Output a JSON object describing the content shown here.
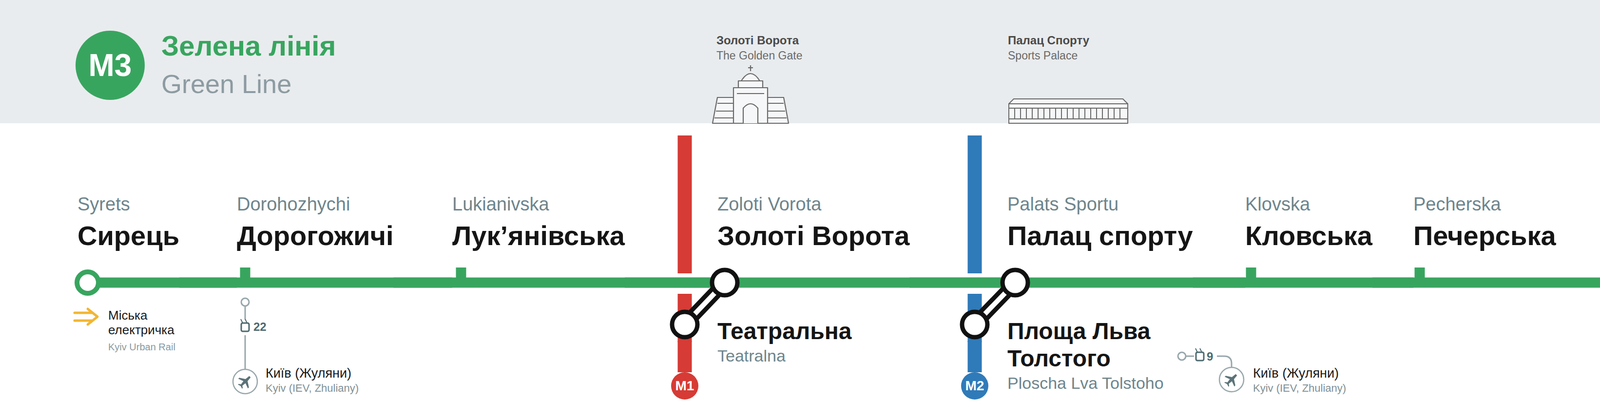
{
  "diagram": {
    "title": "Зелена лінія",
    "nodes": [
      {
        "text": [
          "M3"
        ]
      },
      {
        "text": [
          "Syrets",
          "Сирець"
        ]
      },
      {
        "text": [
          "Dorohozhychi",
          "Дорогожичі"
        ]
      },
      {
        "text": [
          "Lukianivska",
          "Лук’янівська"
        ]
      },
      {
        "text": [
          "Zoloti Vorota",
          "Золоті Ворота"
        ]
      },
      {
        "text": [
          "Театральна",
          "Teatralna"
        ]
      },
      {
        "text": [
          "Palats Sportu",
          "Палац спорту"
        ]
      },
      {
        "text": [
          "Площа Льва Толстого",
          "Ploscha Lva Tolstoho"
        ]
      },
      {
        "text": [
          "Klovska",
          "Кловська"
        ]
      },
      {
        "text": [
          "Pecherska",
          "Печерська"
        ]
      },
      {
        "text": [
          "M1"
        ]
      },
      {
        "text": [
          "M2"
        ]
      }
    ],
    "edges": [
      {
        "from": 1,
        "to": 2,
        "arrow": "none"
      },
      {
        "from": 2,
        "to": 3,
        "arrow": "none"
      },
      {
        "from": 3,
        "to": 4,
        "arrow": "none"
      },
      {
        "from": 4,
        "to": 6,
        "arrow": "none"
      },
      {
        "from": 6,
        "to": 8,
        "arrow": "none"
      },
      {
        "from": 8,
        "to": 9,
        "arrow": "none"
      },
      {
        "from": 4,
        "to": 5,
        "arrow": "none"
      },
      {
        "from": 6,
        "to": 7,
        "arrow": "none"
      },
      {
        "from": 5,
        "to": 10,
        "arrow": "none"
      },
      {
        "from": 7,
        "to": 11,
        "arrow": "none"
      }
    ],
    "labels": [
      "Green Line",
      "Золоті Ворота",
      "The Golden Gate",
      "Палац Спорту",
      "Sports Palace",
      "Міська електричка",
      "Kyiv Urban Rail",
      "22",
      "Київ (Жуляни)",
      "Kyiv (IEV, Zhuliany)",
      "9",
      "Київ (Жуляни)",
      "Kyiv (IEV, Zhuliany)"
    ]
  }
}
